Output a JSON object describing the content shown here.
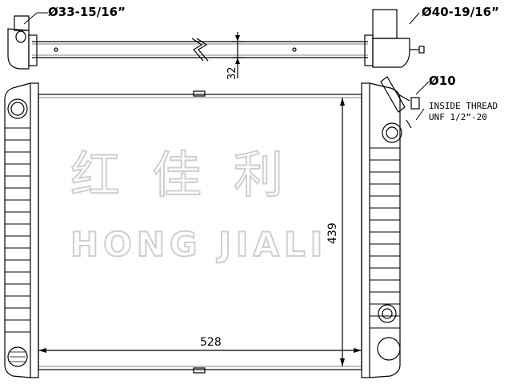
{
  "labels": {
    "inlet_diameter": "Ø33-15/16”",
    "outlet_diameter": "Ø40-19/16”",
    "small_port_diameter": "Ø10",
    "thread_line1": "INSIDE THREAD",
    "thread_line2": "UNF 1/2”-20",
    "tank_offset": "32",
    "core_height": "439",
    "core_width": "528"
  },
  "watermark": {
    "chinese": "红佳利",
    "english": "HONG JIALI"
  },
  "colors": {
    "line": "#000000",
    "watermark": "#cfcfcf"
  }
}
